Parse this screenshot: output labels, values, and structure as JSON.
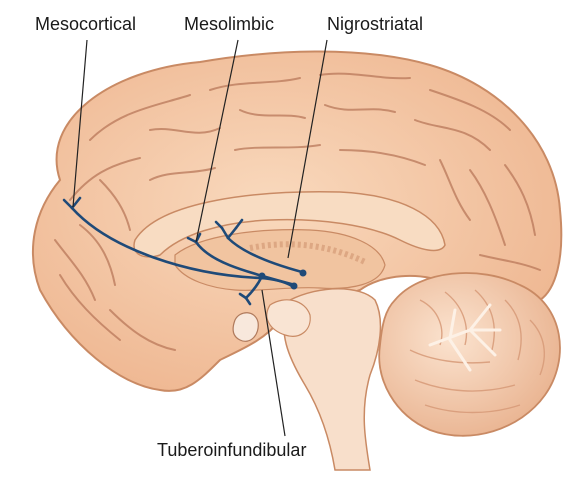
{
  "labels": {
    "mesocortical": "Mesocortical",
    "mesolimbic": "Mesolimbic",
    "nigrostriatal": "Nigrostriatal",
    "tuberoinfundibular": "Tuberoinfundibular"
  },
  "colors": {
    "pathway": "#1f4a78",
    "brain_fill": "#f4c9a6",
    "brain_outline": "#c98a64",
    "sulcus": "#b9785a",
    "inner": "#f8dcc2",
    "leader": "#222222"
  }
}
